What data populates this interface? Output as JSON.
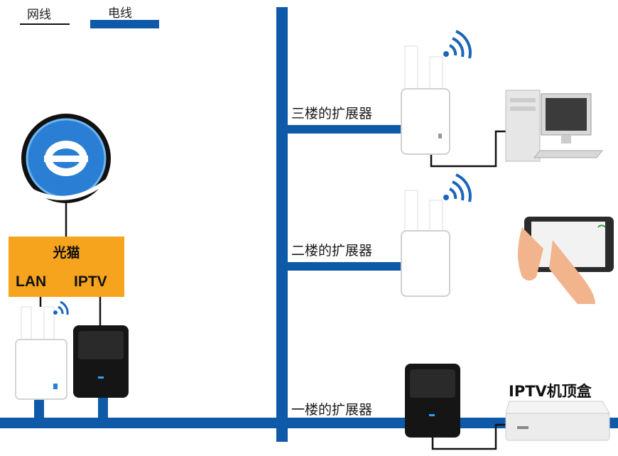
{
  "legend": {
    "network_cable": "网线",
    "power_line": "电线"
  },
  "modem": {
    "title": "光猫",
    "port_lan": "LAN",
    "port_iptv": "IPTV"
  },
  "floors": {
    "third": "三楼的扩展器",
    "second": "二楼的扩展器",
    "first": "一楼的扩展器"
  },
  "set_top_box": {
    "title": "IPTV机顶盒"
  },
  "colors": {
    "power_line": "#0f5aa8",
    "network_cable": "#111111",
    "modem": "#f6a31d",
    "wifi": "#1a66b8"
  },
  "icons": [
    "internet-globe-icon",
    "wifi-extender-icon",
    "powerline-adapter-icon",
    "wifi-signal-icon",
    "desktop-computer-icon",
    "tablet-icon",
    "set-top-box-icon"
  ]
}
